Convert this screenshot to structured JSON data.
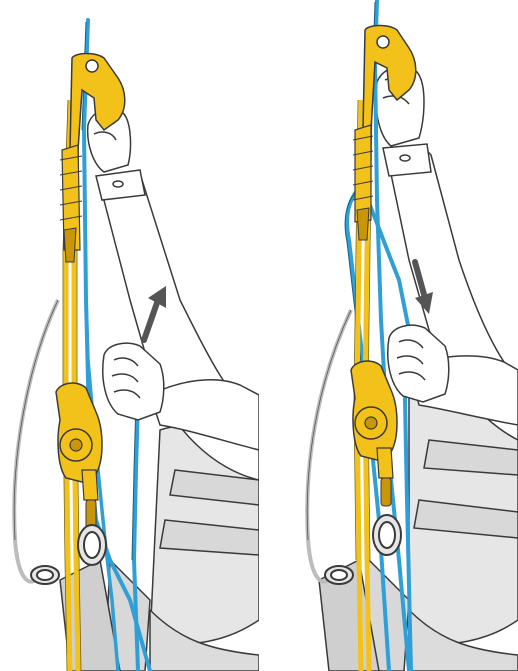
{
  "figure": {
    "panels": [
      {
        "step": "pull-rope-up",
        "arrow_direction": "up"
      },
      {
        "step": "pull-rope-down",
        "arrow_direction": "down"
      }
    ]
  },
  "colors": {
    "rope": "#2f9fd6",
    "device_yellow": "#f3c21a",
    "device_dark": "#c9960a",
    "outline": "#3a3a3a",
    "arrow": "#555555",
    "harness_gray": "#cfcfcf",
    "skin_fill": "#ffffff"
  },
  "icons": [
    "ascender-icon",
    "progress-capture-pulley-icon",
    "carabiner-icon",
    "arrow-up-icon",
    "arrow-down-icon"
  ]
}
